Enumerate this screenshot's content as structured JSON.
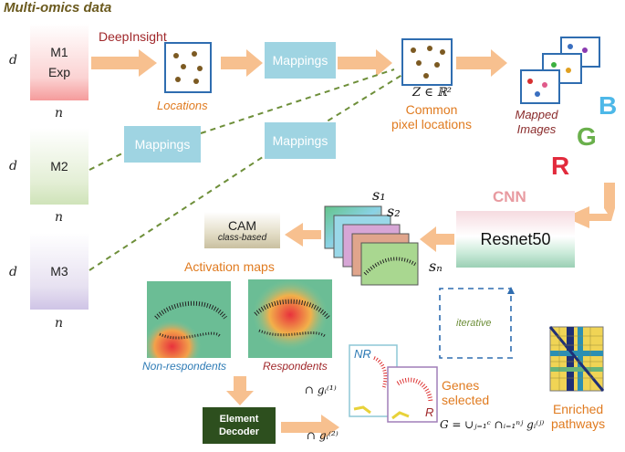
{
  "title": "Multi-omics data",
  "omics": [
    {
      "name": "M1",
      "sub": "Exp"
    },
    {
      "name": "M2",
      "sub": ""
    },
    {
      "name": "M3",
      "sub": ""
    }
  ],
  "dims": {
    "d": "d",
    "n": "n"
  },
  "deepinsight": "DeepInsight",
  "mappings": "Mappings",
  "locations": "Locations",
  "z_label": "Z ∈ ℝ²",
  "common_pixel": [
    "Common",
    "pixel locations"
  ],
  "mapped_images": [
    "Mapped",
    "Images"
  ],
  "rgb": {
    "r": "R",
    "g": "G",
    "b": "B"
  },
  "cnn": "CNN",
  "resnet": "Resnet50",
  "samples": {
    "s1": "s₁",
    "s2": "s₂",
    "sn": "sₙ"
  },
  "cam": {
    "title": "CAM",
    "sub": "class-based"
  },
  "activation_maps": "Activation maps",
  "non_respondents": "Non-respondents",
  "respondents": "Respondents",
  "iterative": "iterative",
  "decoder": [
    "Element",
    "Decoder"
  ],
  "g1": "∩ gᵢ⁽¹⁾",
  "g2": "∩ gᵢ⁽²⁾",
  "nr": "NR",
  "r": "R",
  "genes_selected": [
    "Genes",
    "selected"
  ],
  "formula": "G = ∪ⱼ₌₁ᶜ ∩ᵢ₌₁ⁿʲ gᵢ⁽ʲ⁾",
  "enriched": [
    "Enriched",
    "pathways"
  ],
  "colors": {
    "arrow": "#f7c08f",
    "mapping": "#9fd4e2",
    "orange_text": "#e07b20",
    "dashed_green": "#6e8f3a",
    "blue": "#2f6db0"
  }
}
